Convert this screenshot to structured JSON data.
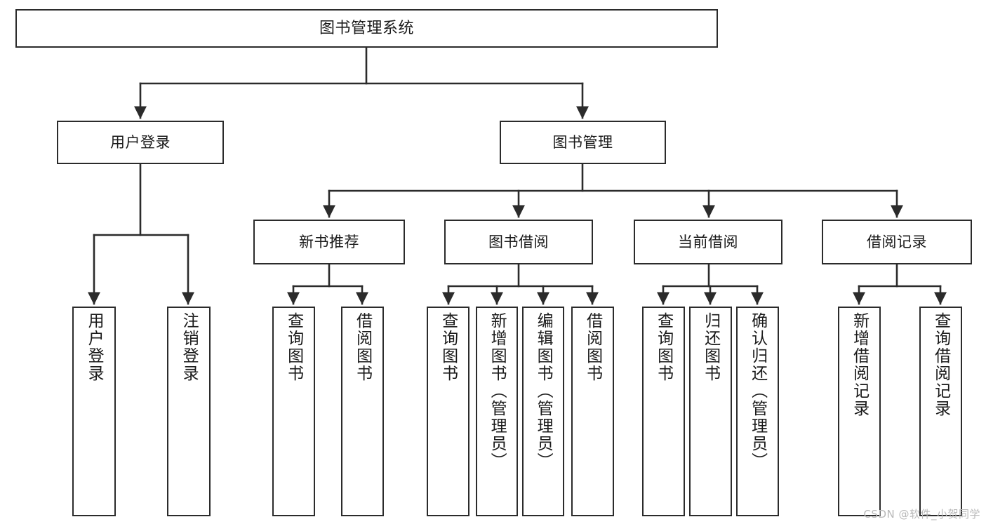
{
  "diagram": {
    "type": "tree",
    "title": "图书管理系统",
    "watermark": "CSDN @软件_小贺同学",
    "colors": {
      "box_border": "#2b2b2b",
      "box_fill": "#ffffff",
      "connector": "#2b2b2b",
      "text": "#1a1a1a",
      "watermark": "#b8b8b8",
      "background": "#ffffff"
    },
    "nodes": {
      "root": {
        "label": "图书管理系统"
      },
      "level2": [
        {
          "id": "user-login",
          "label": "用户登录"
        },
        {
          "id": "book-manage",
          "label": "图书管理"
        }
      ],
      "level3": [
        {
          "id": "new-book-recommend",
          "label": "新书推荐"
        },
        {
          "id": "book-borrow",
          "label": "图书借阅"
        },
        {
          "id": "current-borrow",
          "label": "当前借阅"
        },
        {
          "id": "borrow-record",
          "label": "借阅记录"
        }
      ],
      "leaves": {
        "user_login": [
          {
            "id": "leaf-user-login",
            "label": "用户登录"
          },
          {
            "id": "leaf-logout-login",
            "label": "注销登录"
          }
        ],
        "new_book_recommend": [
          {
            "id": "leaf-query-book-1",
            "label": "查询图书"
          },
          {
            "id": "leaf-borrow-book-1",
            "label": "借阅图书"
          }
        ],
        "book_borrow": [
          {
            "id": "leaf-query-book-2",
            "label": "查询图书"
          },
          {
            "id": "leaf-add-book",
            "label": "新增图书（管理员）"
          },
          {
            "id": "leaf-edit-book",
            "label": "编辑图书（管理员）"
          },
          {
            "id": "leaf-borrow-book-2",
            "label": "借阅图书"
          }
        ],
        "current_borrow": [
          {
            "id": "leaf-query-book-3",
            "label": "查询图书"
          },
          {
            "id": "leaf-return-book",
            "label": "归还图书"
          },
          {
            "id": "leaf-confirm-return",
            "label": "确认归还（管理员）"
          }
        ],
        "borrow_record": [
          {
            "id": "leaf-add-record",
            "label": "新增借阅记录"
          },
          {
            "id": "leaf-query-record",
            "label": "查询借阅记录"
          }
        ]
      }
    }
  }
}
